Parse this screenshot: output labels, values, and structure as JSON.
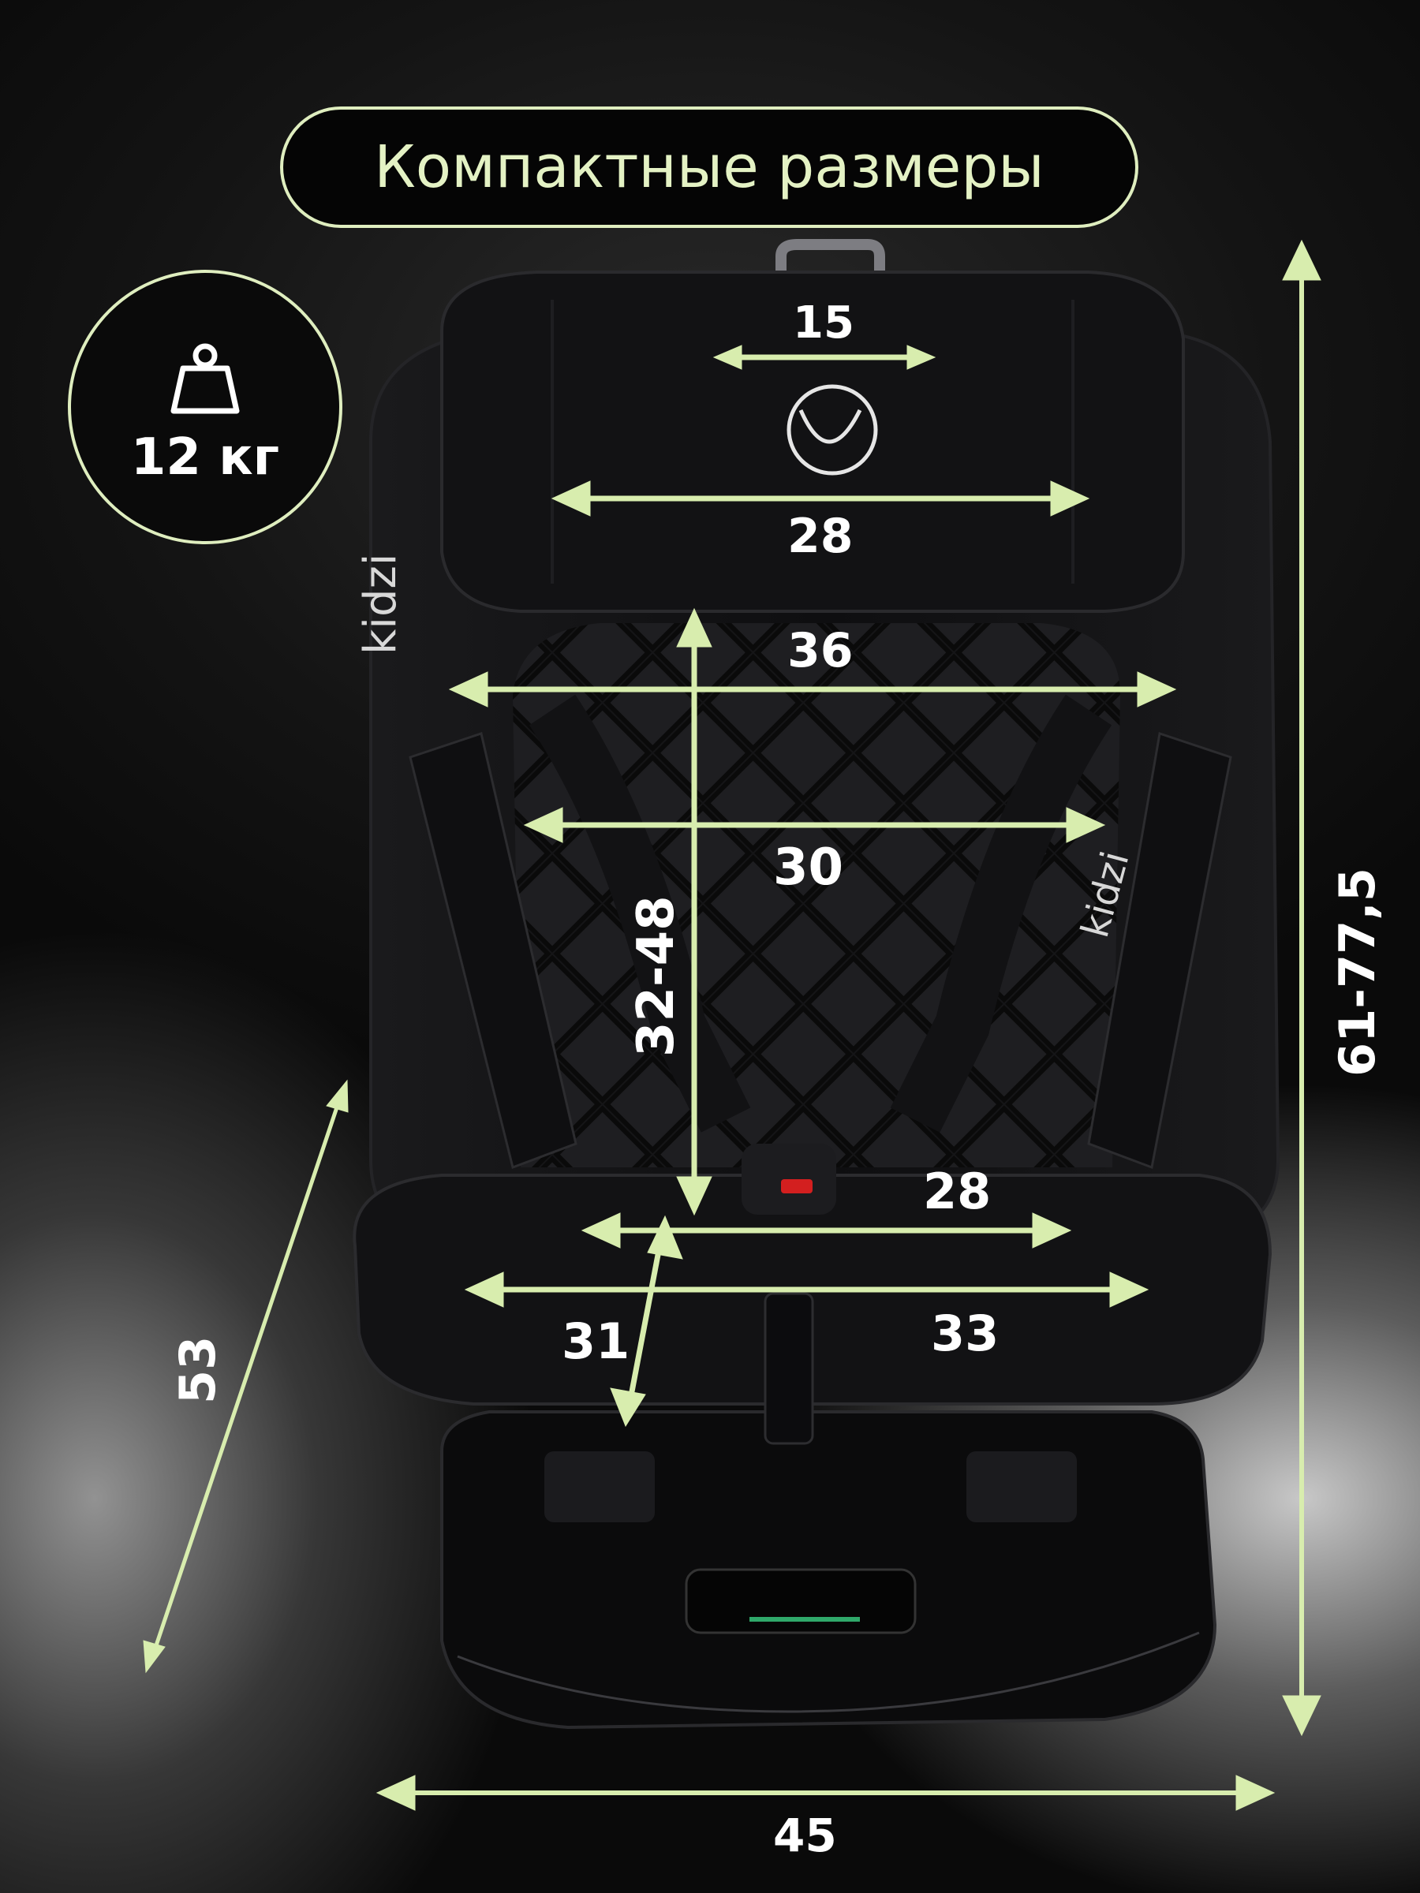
{
  "title": "Компактные размеры",
  "weight": {
    "icon": "weight-icon",
    "label": "12 кг"
  },
  "brand": "kidzi",
  "accent_color": "#d8edae",
  "dimensions": {
    "headrest_top": "15",
    "headrest_width": "28",
    "shoulder_width": "36",
    "back_width": "30",
    "back_height": "32-48",
    "seat_width_inner": "28",
    "seat_width_outer": "33",
    "seat_depth": "31",
    "overall_depth": "53",
    "overall_height": "61-77,5",
    "base_width": "45"
  }
}
